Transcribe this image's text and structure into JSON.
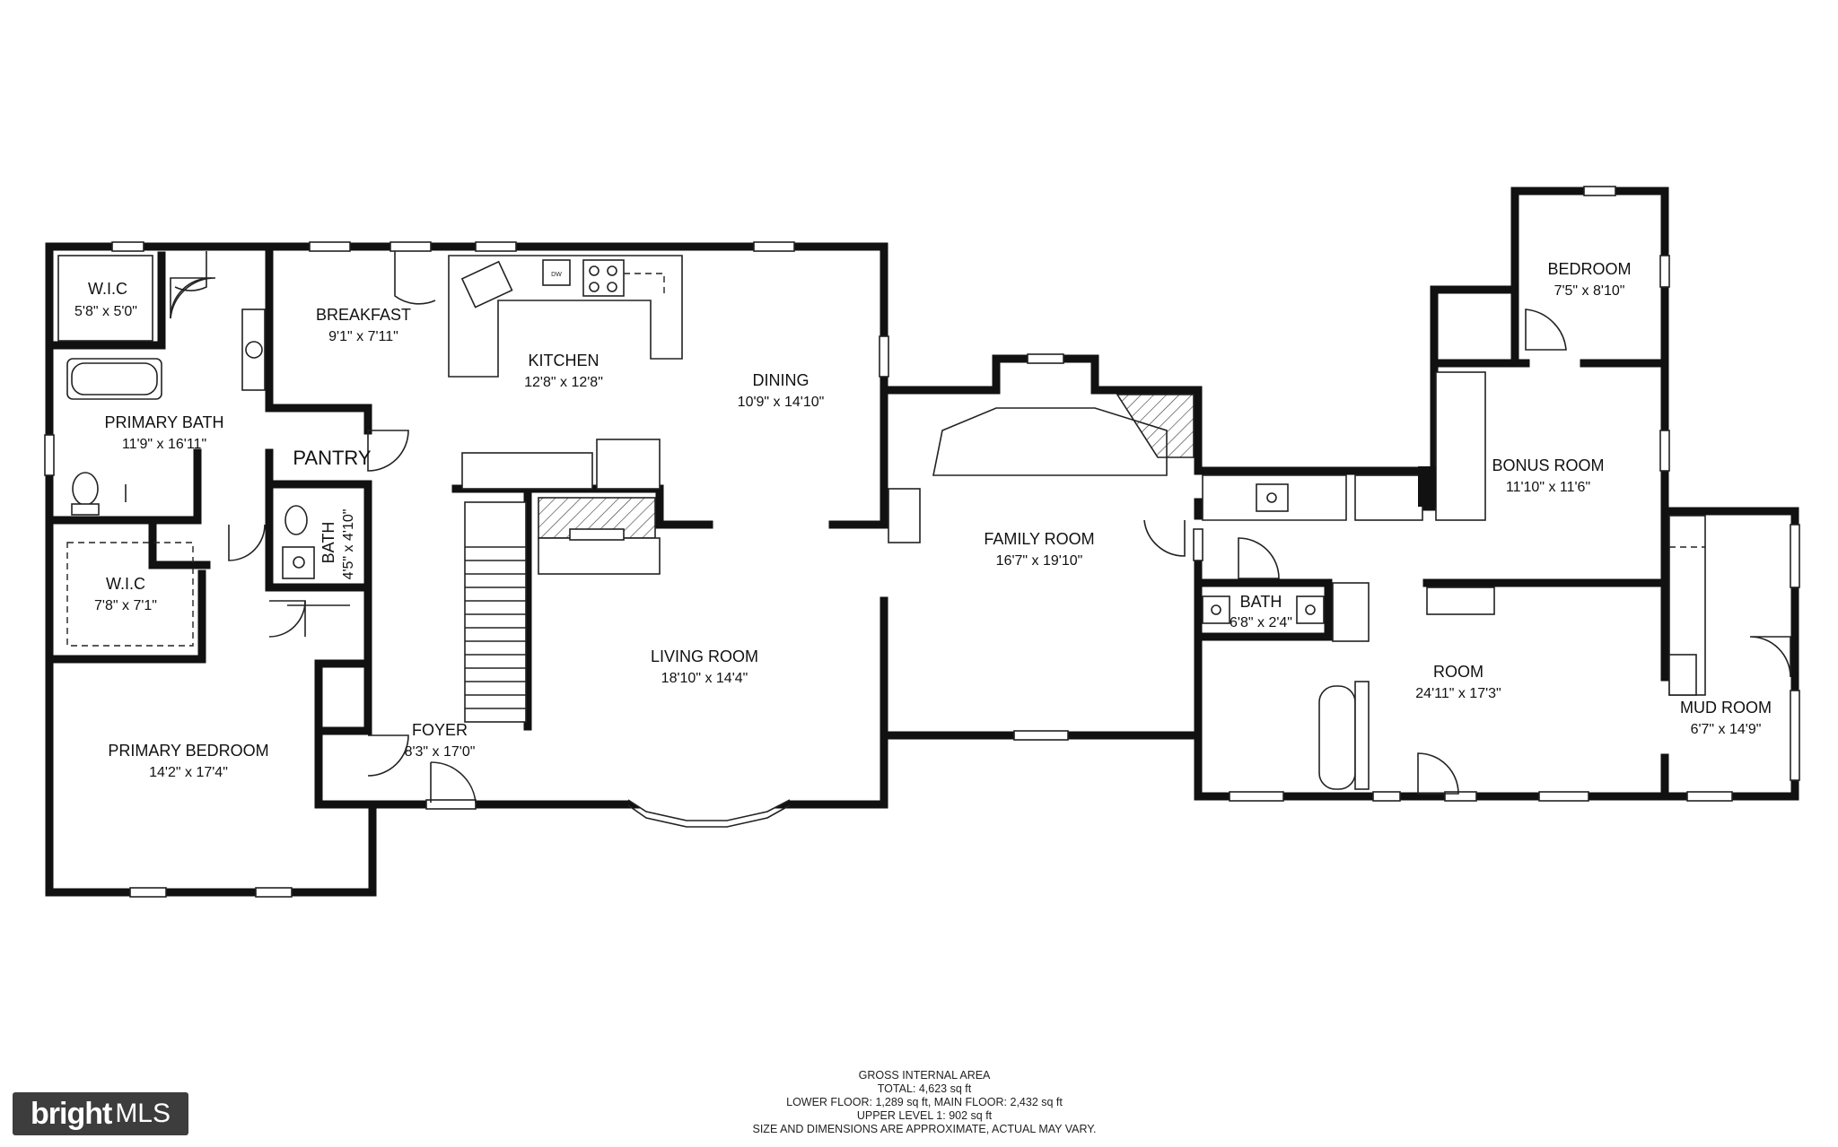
{
  "rooms": [
    {
      "id": "wic-1",
      "name": "W.I.C",
      "dims": "5'8\" x 5'0\""
    },
    {
      "id": "primary-bath",
      "name": "PRIMARY BATH",
      "dims": "11'9\" x 16'11\""
    },
    {
      "id": "wic-2",
      "name": "W.I.C",
      "dims": "7'8\" x 7'1\""
    },
    {
      "id": "primary-bedroom",
      "name": "PRIMARY BEDROOM",
      "dims": "14'2\" x 17'4\""
    },
    {
      "id": "breakfast",
      "name": "BREAKFAST",
      "dims": "9'1\" x 7'11\""
    },
    {
      "id": "pantry",
      "name": "PANTRY",
      "dims": ""
    },
    {
      "id": "bath-1",
      "name": "BATH",
      "dims": "4'5\" x 4'10\""
    },
    {
      "id": "kitchen",
      "name": "KITCHEN",
      "dims": "12'8\" x 12'8\""
    },
    {
      "id": "dining",
      "name": "DINING",
      "dims": "10'9\" x 14'10\""
    },
    {
      "id": "living-room",
      "name": "LIVING ROOM",
      "dims": "18'10\" x 14'4\""
    },
    {
      "id": "foyer",
      "name": "FOYER",
      "dims": "8'3\" x 17'0\""
    },
    {
      "id": "family-room",
      "name": "FAMILY ROOM",
      "dims": "16'7\" x 19'10\""
    },
    {
      "id": "bedroom",
      "name": "BEDROOM",
      "dims": "7'5\" x 8'10\""
    },
    {
      "id": "bonus-room",
      "name": "BONUS ROOM",
      "dims": "11'10\" x 11'6\""
    },
    {
      "id": "bath-2",
      "name": "BATH",
      "dims": "6'8\" x 2'4\""
    },
    {
      "id": "room",
      "name": "ROOM",
      "dims": "24'11\" x 17'3\""
    },
    {
      "id": "mud-room",
      "name": "MUD ROOM",
      "dims": "6'7\" x 14'9\""
    }
  ],
  "fixtures": {
    "dishwasher_label": "DW"
  },
  "area_summary": {
    "heading": "GROSS INTERNAL AREA",
    "total": "TOTAL: 4,623 sq ft",
    "floors": "LOWER FLOOR: 1,289 sq ft, MAIN FLOOR: 2,432 sq ft",
    "upper": "UPPER LEVEL 1: 902 sq ft",
    "disclaimer": "SIZE AND DIMENSIONS ARE APPROXIMATE, ACTUAL MAY VARY."
  },
  "logo": {
    "bright": "bright",
    "mls": "MLS"
  },
  "colors": {
    "wall": "#111111",
    "logo_bg": "#3d3d3d",
    "text": "#111111"
  }
}
